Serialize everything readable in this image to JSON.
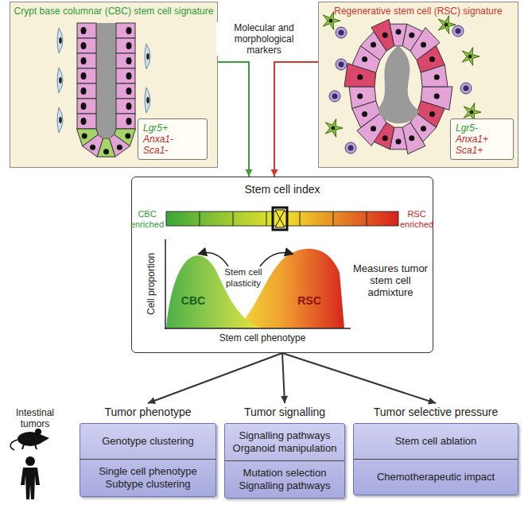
{
  "diagram": {
    "nodes": [
      {
        "text": [
          "Crypt base columnar (CBC) stem cell signature"
        ]
      },
      {
        "text": [
          "Lgr5+",
          "Anxa1-",
          "Sca1-"
        ],
        "in": 0
      },
      {
        "text": [
          "Regenerative stem cell (RSC) signature"
        ]
      },
      {
        "text": [
          "Lgr5-",
          "Anxa1+",
          "Sca1+"
        ],
        "in": 2
      },
      {
        "text": [
          "Stem cell index"
        ]
      },
      {
        "text": [
          "Tumor phenotype",
          "Genotype clustering",
          "Single cell phenotype Subtype clustering"
        ]
      },
      {
        "text": [
          "Tumor signalling",
          "Signalling pathways Organoid manipulation",
          "Mutation selection Signalling pathways"
        ]
      },
      {
        "text": [
          "Tumor selective pressure",
          "Stem cell ablation",
          "Chemotherapeutic impact"
        ]
      }
    ],
    "edges": [
      {
        "from": 0,
        "to": 4,
        "arrow": "to"
      },
      {
        "from": 2,
        "to": 4,
        "arrow": "to"
      },
      {
        "from": 4,
        "to": 5,
        "arrow": "to"
      },
      {
        "from": 4,
        "to": 6,
        "arrow": "to"
      },
      {
        "from": 4,
        "to": 7,
        "arrow": "to"
      }
    ],
    "labels": [
      "Molecular and morphological markers",
      "CBC enriched",
      "RSC enriched",
      "Cell proportion",
      "Stem cell plasticity",
      "CBC",
      "RSC",
      "Measures tumor stem cell admixture",
      "Stem cell phenotype",
      "Intestinal tumors"
    ]
  }
}
